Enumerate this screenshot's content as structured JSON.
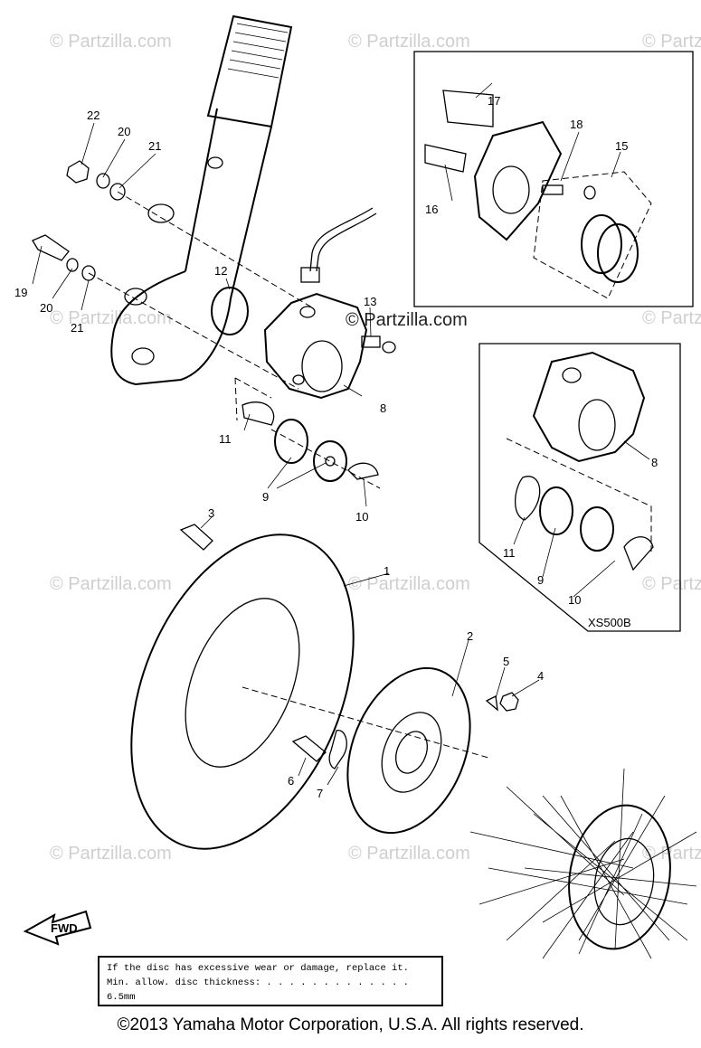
{
  "watermark": {
    "text": "© Partzilla.com",
    "center_text": "© Partzilla.com"
  },
  "note": {
    "line1": "If the disc has excessive wear or damage, replace it.",
    "line2": "Min. allow. disc thickness: . . . . . . . . . . . . . 6.5mm"
  },
  "fwd_label": "FWD",
  "variant_label": "XS500B",
  "copyright": "©2013  Yamaha Motor Corporation, U.S.A. All rights reserved.",
  "callouts": {
    "c1": "1",
    "c2": "2",
    "c3": "3",
    "c4": "4",
    "c5": "5",
    "c6": "6",
    "c7": "7",
    "c8": "8",
    "c8b": "8",
    "c9": "9",
    "c9b": "9",
    "c10": "10",
    "c10b": "10",
    "c11": "11",
    "c11b": "11",
    "c12": "12",
    "c13": "13",
    "c15": "15",
    "c16": "16",
    "c17": "17",
    "c18": "18",
    "c19": "19",
    "c20": "20",
    "c20b": "20",
    "c21": "21",
    "c21b": "21",
    "c22": "22"
  }
}
